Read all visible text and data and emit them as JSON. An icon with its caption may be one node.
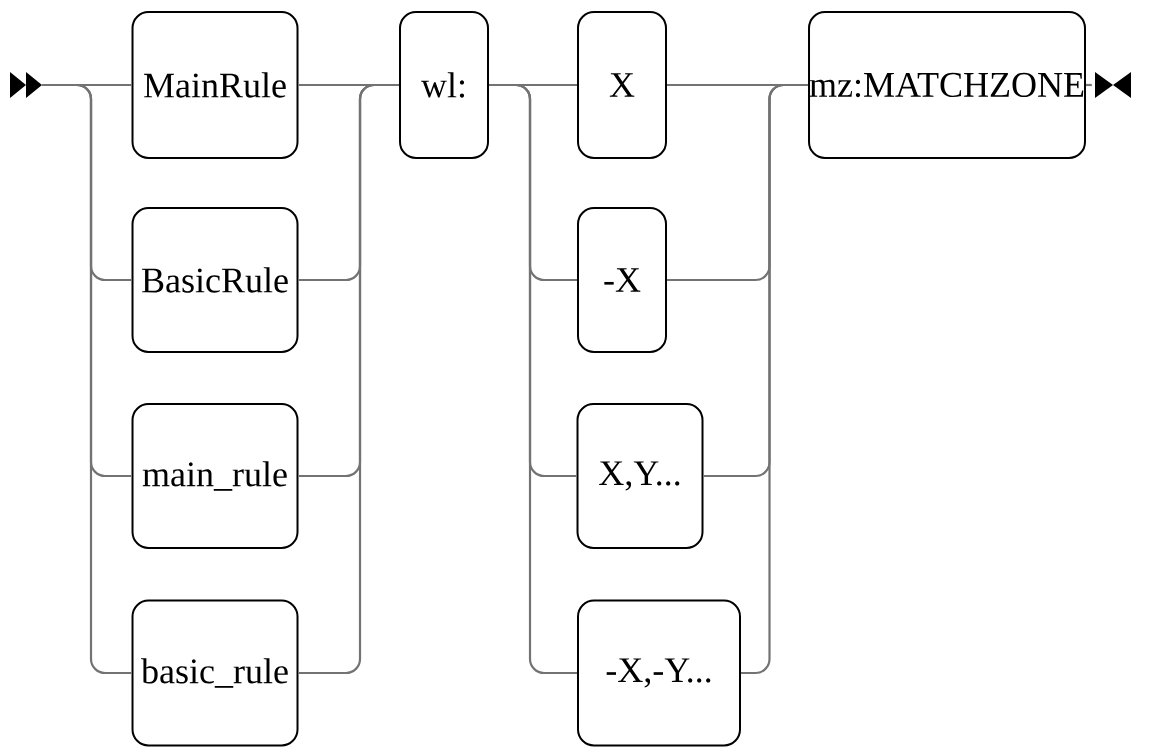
{
  "diagram": {
    "nodes": [
      {
        "text": [],
        "shape": "triangle"
      },
      {
        "text": [
          "MainRule"
        ]
      },
      {
        "text": [
          "BasicRule"
        ]
      },
      {
        "text": [
          "main_rule"
        ]
      },
      {
        "text": [
          "basic_rule"
        ]
      },
      {
        "text": [
          "wl:"
        ]
      },
      {
        "text": [
          "X"
        ]
      },
      {
        "text": [
          "-X"
        ]
      },
      {
        "text": [
          "X,Y..."
        ]
      },
      {
        "text": [
          "-X,-Y..."
        ]
      },
      {
        "text": [
          "mz:MATCHZONE"
        ]
      },
      {
        "text": [],
        "shape": "triangle"
      }
    ],
    "edges": [
      {
        "from": 0,
        "to": 1,
        "arrow": "none"
      },
      {
        "from": 0,
        "to": 2,
        "arrow": "none"
      },
      {
        "from": 0,
        "to": 3,
        "arrow": "none"
      },
      {
        "from": 0,
        "to": 4,
        "arrow": "none"
      },
      {
        "from": 1,
        "to": 5,
        "arrow": "none"
      },
      {
        "from": 2,
        "to": 5,
        "arrow": "none"
      },
      {
        "from": 3,
        "to": 5,
        "arrow": "none"
      },
      {
        "from": 4,
        "to": 5,
        "arrow": "none"
      },
      {
        "from": 5,
        "to": 6,
        "arrow": "none"
      },
      {
        "from": 5,
        "to": 7,
        "arrow": "none"
      },
      {
        "from": 5,
        "to": 8,
        "arrow": "none"
      },
      {
        "from": 5,
        "to": 9,
        "arrow": "none"
      },
      {
        "from": 6,
        "to": 10,
        "arrow": "none"
      },
      {
        "from": 7,
        "to": 10,
        "arrow": "none"
      },
      {
        "from": 8,
        "to": 10,
        "arrow": "none"
      },
      {
        "from": 9,
        "to": 10,
        "arrow": "none"
      },
      {
        "from": 10,
        "to": 11,
        "arrow": "none"
      }
    ]
  }
}
